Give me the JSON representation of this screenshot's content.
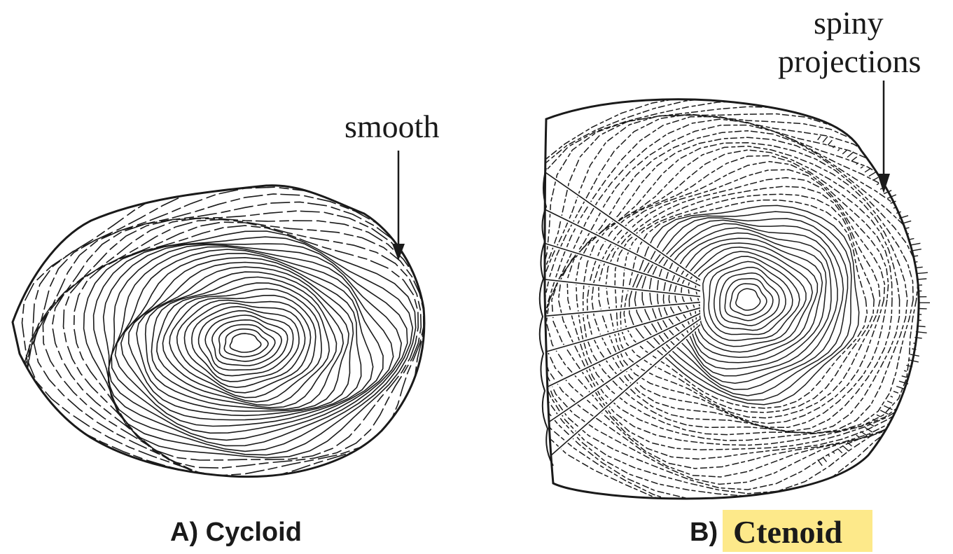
{
  "cycloid": {
    "letter": "A)",
    "name": "Cycloid",
    "caption": "A) Cycloid",
    "callout": "smooth"
  },
  "ctenoid": {
    "letter": "B)",
    "name": "Ctenoid",
    "callout_line1": "spiny",
    "callout_line2": "projections",
    "highlight_color": "#fde98a"
  },
  "ink_color": "#1a1a1a"
}
